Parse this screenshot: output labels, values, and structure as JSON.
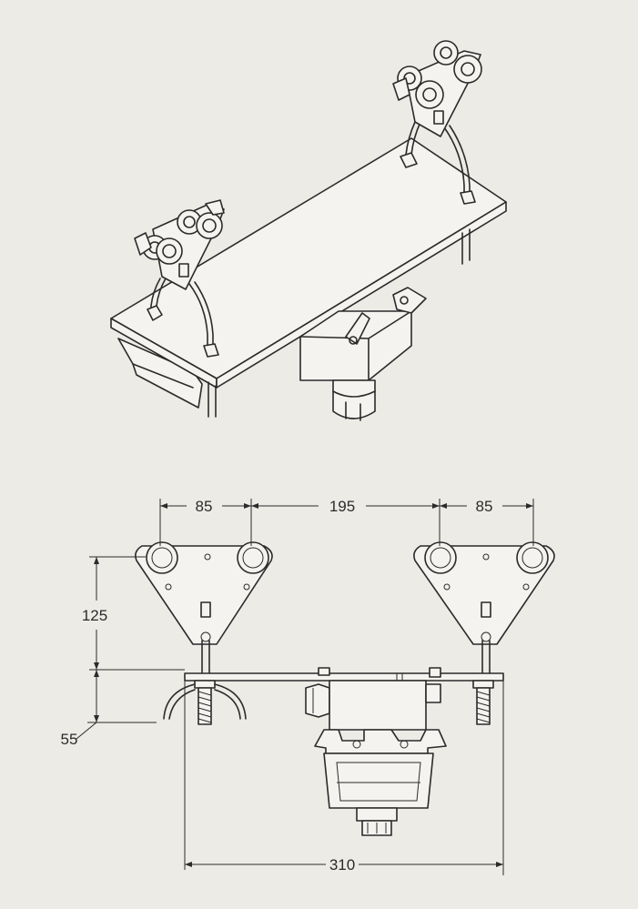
{
  "drawing": {
    "dimensions": {
      "wheel_spacing_left": "85",
      "trolley_gap": "195",
      "wheel_spacing_right": "85",
      "height_upper": "125",
      "height_lower": "55",
      "overall_width": "310"
    }
  }
}
